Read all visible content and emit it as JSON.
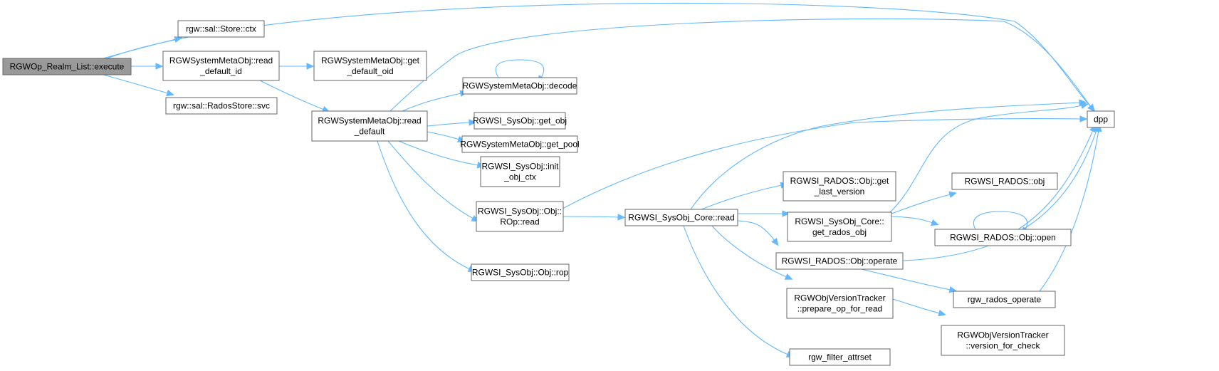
{
  "diagram": {
    "colors": {
      "edge": "#63b8ff",
      "node_border": "#666666",
      "root_fill": "#999999",
      "node_fill": "#ffffff"
    },
    "nodes": [
      {
        "id": "execute",
        "lines": [
          "RGWOp_Realm_List::execute"
        ],
        "root": true
      },
      {
        "id": "store_ctx",
        "lines": [
          "rgw::sal::Store::ctx"
        ]
      },
      {
        "id": "read_default_id",
        "lines": [
          "RGWSystemMetaObj::read",
          "_default_id"
        ]
      },
      {
        "id": "get_default_oid",
        "lines": [
          "RGWSystemMetaObj::get",
          "_default_oid"
        ]
      },
      {
        "id": "rados_svc",
        "lines": [
          "rgw::sal::RadosStore::svc"
        ]
      },
      {
        "id": "read_default",
        "lines": [
          "RGWSystemMetaObj::read",
          "_default"
        ]
      },
      {
        "id": "decode",
        "lines": [
          "RGWSystemMetaObj::decode"
        ]
      },
      {
        "id": "get_obj",
        "lines": [
          "RGWSI_SysObj::get_obj"
        ]
      },
      {
        "id": "get_pool",
        "lines": [
          "RGWSystemMetaObj::get_pool"
        ]
      },
      {
        "id": "init_obj_ctx",
        "lines": [
          "RGWSI_SysObj::init",
          "_obj_ctx"
        ]
      },
      {
        "id": "rop_read",
        "lines": [
          "RGWSI_SysObj::Obj::",
          "ROp::read"
        ]
      },
      {
        "id": "obj_rop",
        "lines": [
          "RGWSI_SysObj::Obj::rop"
        ]
      },
      {
        "id": "core_read",
        "lines": [
          "RGWSI_SysObj_Core::read"
        ]
      },
      {
        "id": "get_last_version",
        "lines": [
          "RGWSI_RADOS::Obj::get",
          "_last_version"
        ]
      },
      {
        "id": "get_rados_obj",
        "lines": [
          "RGWSI_SysObj_Core::",
          "get_rados_obj"
        ]
      },
      {
        "id": "radios_operate",
        "lines": [
          "RGWSI_RADOS::Obj::operate"
        ]
      },
      {
        "id": "prepare_op",
        "lines": [
          "RGWObjVersionTracker",
          "::prepare_op_for_read"
        ]
      },
      {
        "id": "filter_attrset",
        "lines": [
          "rgw_filter_attrset"
        ]
      },
      {
        "id": "rados_obj",
        "lines": [
          "RGWSI_RADOS::obj"
        ]
      },
      {
        "id": "obj_open",
        "lines": [
          "RGWSI_RADOS::Obj::open"
        ]
      },
      {
        "id": "rgw_rados_operate",
        "lines": [
          "rgw_rados_operate"
        ]
      },
      {
        "id": "version_for_check",
        "lines": [
          "RGWObjVersionTracker",
          "::version_for_check"
        ]
      },
      {
        "id": "dpp",
        "lines": [
          "dpp"
        ]
      }
    ],
    "edges": [
      [
        "execute",
        "store_ctx"
      ],
      [
        "execute",
        "read_default_id"
      ],
      [
        "execute",
        "rados_svc"
      ],
      [
        "execute",
        "dpp"
      ],
      [
        "read_default_id",
        "get_default_oid"
      ],
      [
        "read_default_id",
        "read_default"
      ],
      [
        "read_default",
        "dpp"
      ],
      [
        "read_default",
        "decode"
      ],
      [
        "read_default",
        "get_obj"
      ],
      [
        "read_default",
        "get_pool"
      ],
      [
        "read_default",
        "init_obj_ctx"
      ],
      [
        "read_default",
        "rop_read"
      ],
      [
        "read_default",
        "obj_rop"
      ],
      [
        "decode",
        "decode"
      ],
      [
        "rop_read",
        "core_read"
      ],
      [
        "rop_read",
        "dpp"
      ],
      [
        "core_read",
        "dpp"
      ],
      [
        "core_read",
        "get_last_version"
      ],
      [
        "core_read",
        "get_rados_obj"
      ],
      [
        "core_read",
        "radios_operate"
      ],
      [
        "core_read",
        "prepare_op"
      ],
      [
        "core_read",
        "filter_attrset"
      ],
      [
        "get_rados_obj",
        "dpp"
      ],
      [
        "get_rados_obj",
        "rados_obj"
      ],
      [
        "get_rados_obj",
        "obj_open"
      ],
      [
        "obj_open",
        "obj_open"
      ],
      [
        "obj_open",
        "dpp"
      ],
      [
        "radios_operate",
        "rgw_rados_operate"
      ],
      [
        "radios_operate",
        "dpp"
      ],
      [
        "rgw_rados_operate",
        "dpp"
      ],
      [
        "prepare_op",
        "version_for_check"
      ]
    ]
  }
}
